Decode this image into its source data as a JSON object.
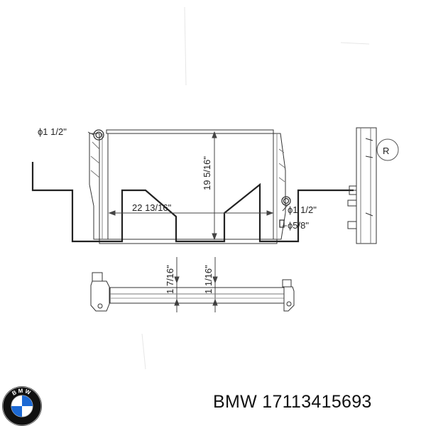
{
  "diagram": {
    "dims": {
      "inlet_diameter": "ϕ1  1/2\"",
      "outlet_diameter": "ϕ1  1/2\"",
      "small_diameter": "ϕ5/8\"",
      "width": "22  13/16\"",
      "height": "19  5/16\"",
      "depth_a": "1  7/16\"",
      "depth_b": "1  1/16\""
    },
    "side_mark": "R"
  },
  "caption": {
    "brand": "BMW",
    "part_number": "17113415693"
  },
  "logo": {
    "letters": "BMW",
    "colors": {
      "outer": "#111111",
      "blue": "#1c69d4",
      "white": "#ffffff"
    }
  }
}
